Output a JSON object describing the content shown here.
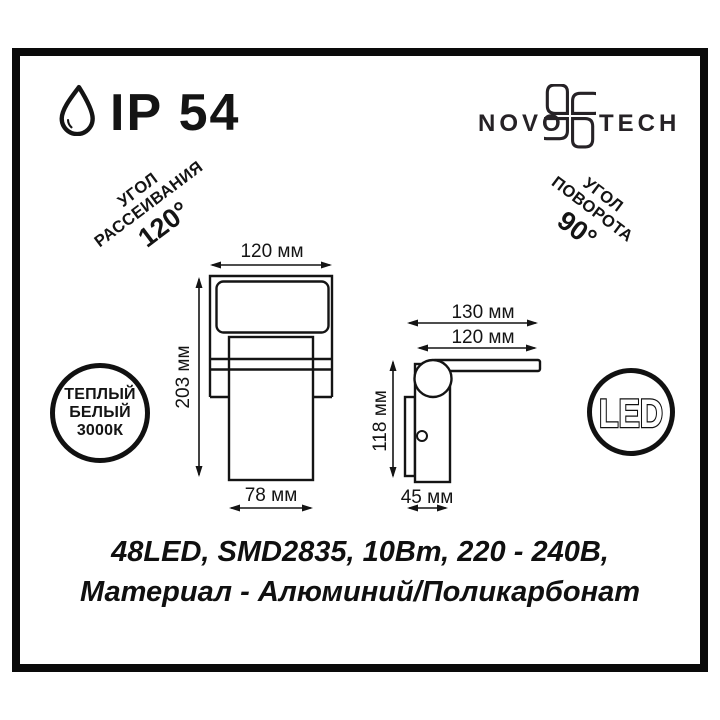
{
  "badges": {
    "ip_rating": "IP 54",
    "warm_white": {
      "line1": "ТЕПЛЫЙ",
      "line2": "БЕЛЫЙ",
      "line3": "3000К"
    },
    "led": "LED"
  },
  "logo": {
    "left": "NOVO",
    "right": "TECH"
  },
  "angles": {
    "beam": {
      "line1": "УГОЛ",
      "line2": "РАССЕИВАНИЯ",
      "value": "120°"
    },
    "rotation": {
      "line1": "УГОЛ",
      "line2": "ПОВОРОТА",
      "value": "90°"
    }
  },
  "front_view": {
    "width": "120 мм",
    "height": "203 мм",
    "base_width": "78 мм"
  },
  "side_view": {
    "depth_total": "130 мм",
    "depth_arm": "120 мм",
    "height": "118 мм",
    "base_depth": "45 мм"
  },
  "specs": {
    "line1": "48LED, SMD2835, 10Вт, 220 - 240В,",
    "line2": "Материал - Алюминий/Поликарбонат"
  },
  "colors": {
    "ink": "#141414",
    "background": "#ffffff"
  }
}
